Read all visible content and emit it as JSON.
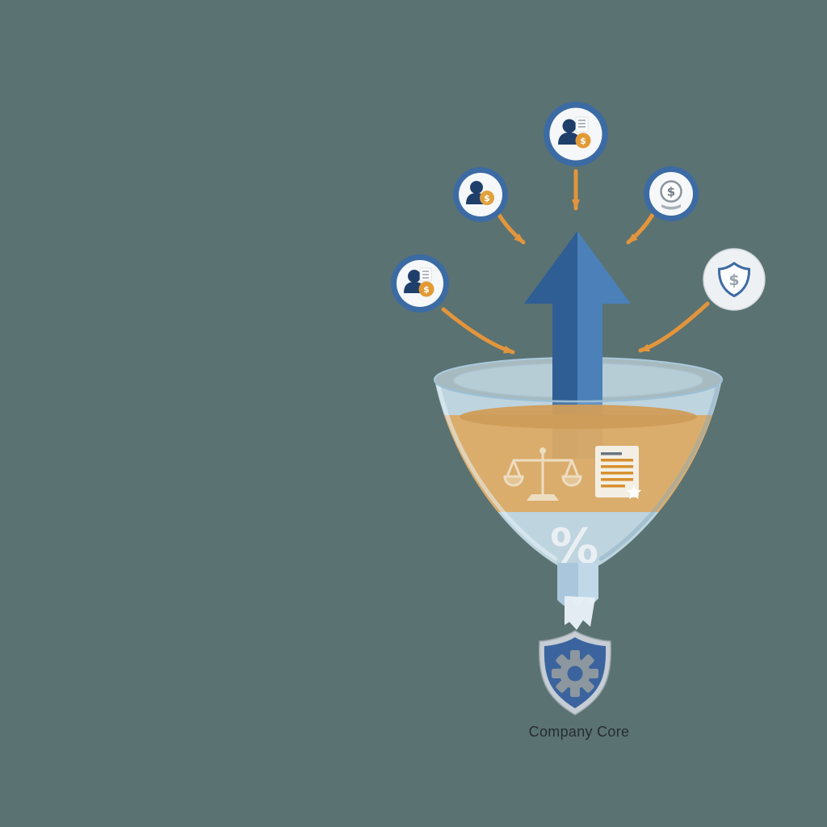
{
  "scene": {
    "title": "Funnel diagram with revenue sources feeding Company Core",
    "label": "Company Core",
    "percent_symbol": "%",
    "dollar_symbol": "$"
  },
  "colors": {
    "background": "#5a7272",
    "ring_blue": "#3c6ba4",
    "badge_face": "#f5f7f8",
    "person_navy": "#1f3f6b",
    "coin_orange": "#e39a35",
    "coin_gold": "#dfa23c",
    "connector_orange": "#e2953c",
    "arrow_dark": "#2f5e95",
    "arrow_light": "#4b80b8",
    "glass_blue": "#cadfec",
    "rim_stroke": "#9dbfd4",
    "band_orange": "#de9b45",
    "band_top": "#cd8b38",
    "cream": "#f2ead6",
    "doc_paper": "#f3efe4",
    "doc_line": "#d7912f",
    "stem_blue": "#a9c6dc",
    "ribbon_light": "#e7f0f6",
    "shield_silver": "#c6cdd4",
    "shield_blue": "#3b649e",
    "gear_gray": "#8d979f",
    "gray_icon": "#707c88",
    "label_color": "#272c30"
  },
  "badges": [
    {
      "id": "top",
      "icon": "person-document-dollar-icon"
    },
    {
      "id": "upper-left",
      "icon": "person-dollar-icon"
    },
    {
      "id": "upper-right",
      "icon": "dollar-stand-icon"
    },
    {
      "id": "left",
      "icon": "person-document-dollar-icon"
    },
    {
      "id": "right",
      "icon": "shield-dollar-icon"
    }
  ],
  "funnel_icons": [
    "scales-icon",
    "document-star-icon",
    "percent-symbol"
  ]
}
